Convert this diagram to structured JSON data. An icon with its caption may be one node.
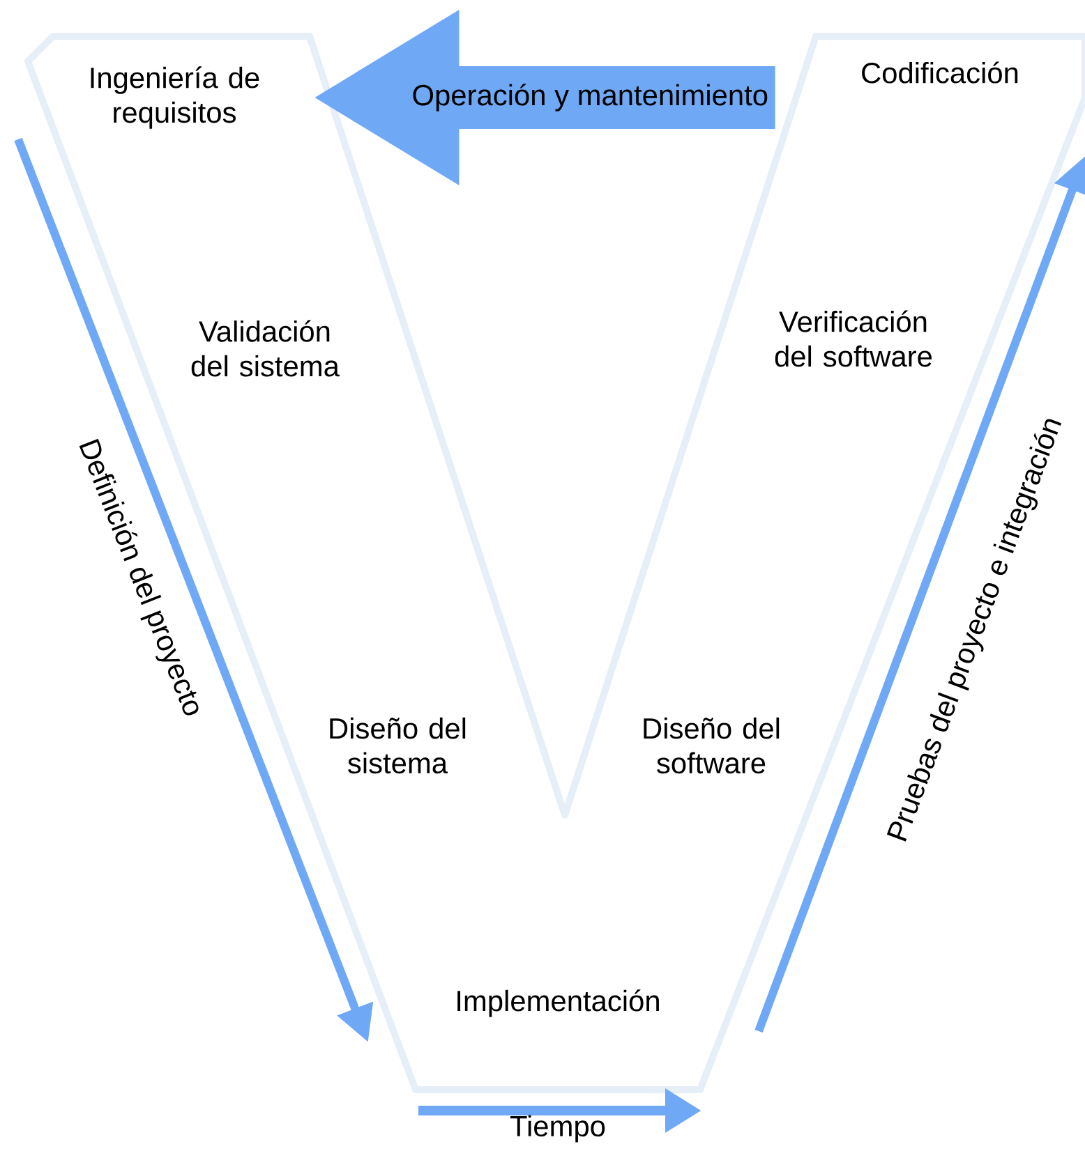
{
  "diagram": {
    "nodes": [
      {
        "text": [
          "Ingeniería de requisitos"
        ]
      },
      {
        "text": [
          "Codificación"
        ]
      }
    ],
    "edges": [
      {
        "from": 1,
        "to": 0,
        "arrow": "to",
        "label": "Operación y mantenimiento"
      }
    ],
    "labels": [
      "Validación del sistema",
      "Verificación del software",
      "Diseño del sistema",
      "Diseño del software",
      "Implementación",
      "Definición del proyecto",
      "Pruebas del proyecto e integración",
      "Tiempo"
    ]
  }
}
